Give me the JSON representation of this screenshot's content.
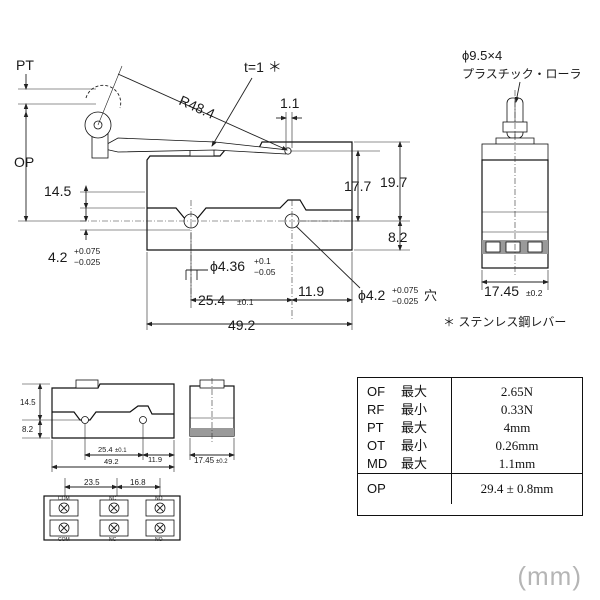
{
  "main_view": {
    "pt_label": "PT",
    "op_label": "OP",
    "t_note": "t=1 ＊",
    "radius": "R48.4",
    "dim_1_1": "1.1",
    "dim_14_5": "14.5",
    "dim_17_7": "17.7",
    "dim_19_7": "19.7",
    "dim_8_2": "8.2",
    "dim_4_2": "4.2",
    "dim_4_2_tol_upper": "+0.075",
    "dim_4_2_tol_lower": "−0.025",
    "hole_dia": "ϕ4.36",
    "hole_dia_tol_upper": "+0.1",
    "hole_dia_tol_lower": "−0.05",
    "pitch": "25.4",
    "pitch_tol": "±0.1",
    "dim_11_9": "11.9",
    "dim_49_2": "49.2",
    "hole2_dia": "ϕ4.2",
    "hole2_tol_upper": "+0.075",
    "hole2_tol_lower": "−0.025",
    "hole2_suffix": "穴"
  },
  "side_view": {
    "roller_label": "ϕ9.5×4",
    "roller_name": "プラスチック・ローラ",
    "width": "17.45",
    "width_tol": "±0.2"
  },
  "note": "＊ ステンレス鋼レバー",
  "small_view": {
    "dim_14_5": "14.5",
    "dim_8_2": "8.2",
    "pitch": "25.4",
    "pitch_tol": "±0.1",
    "dim_11_9": "11.9",
    "dim_49_2": "49.2",
    "width": "17.45",
    "width_tol": "±0.2"
  },
  "terminal_view": {
    "dim_23_5": "23.5",
    "dim_16_8": "16.8",
    "terminal_labels": [
      "COM",
      "NC",
      "NO",
      "COM",
      "NC",
      "NO"
    ]
  },
  "spec_table": {
    "rows": [
      {
        "key": "OF",
        "qualifier": "最大",
        "value": "2.65N"
      },
      {
        "key": "RF",
        "qualifier": "最小",
        "value": "0.33N"
      },
      {
        "key": "PT",
        "qualifier": "最大",
        "value": "4mm"
      },
      {
        "key": "OT",
        "qualifier": "最小",
        "value": "0.26mm"
      },
      {
        "key": "MD",
        "qualifier": "最大",
        "value": "1.1mm"
      }
    ],
    "op_row": {
      "key": "OP",
      "value": "29.4 ± 0.8mm"
    }
  },
  "unit_label": "(mm)"
}
